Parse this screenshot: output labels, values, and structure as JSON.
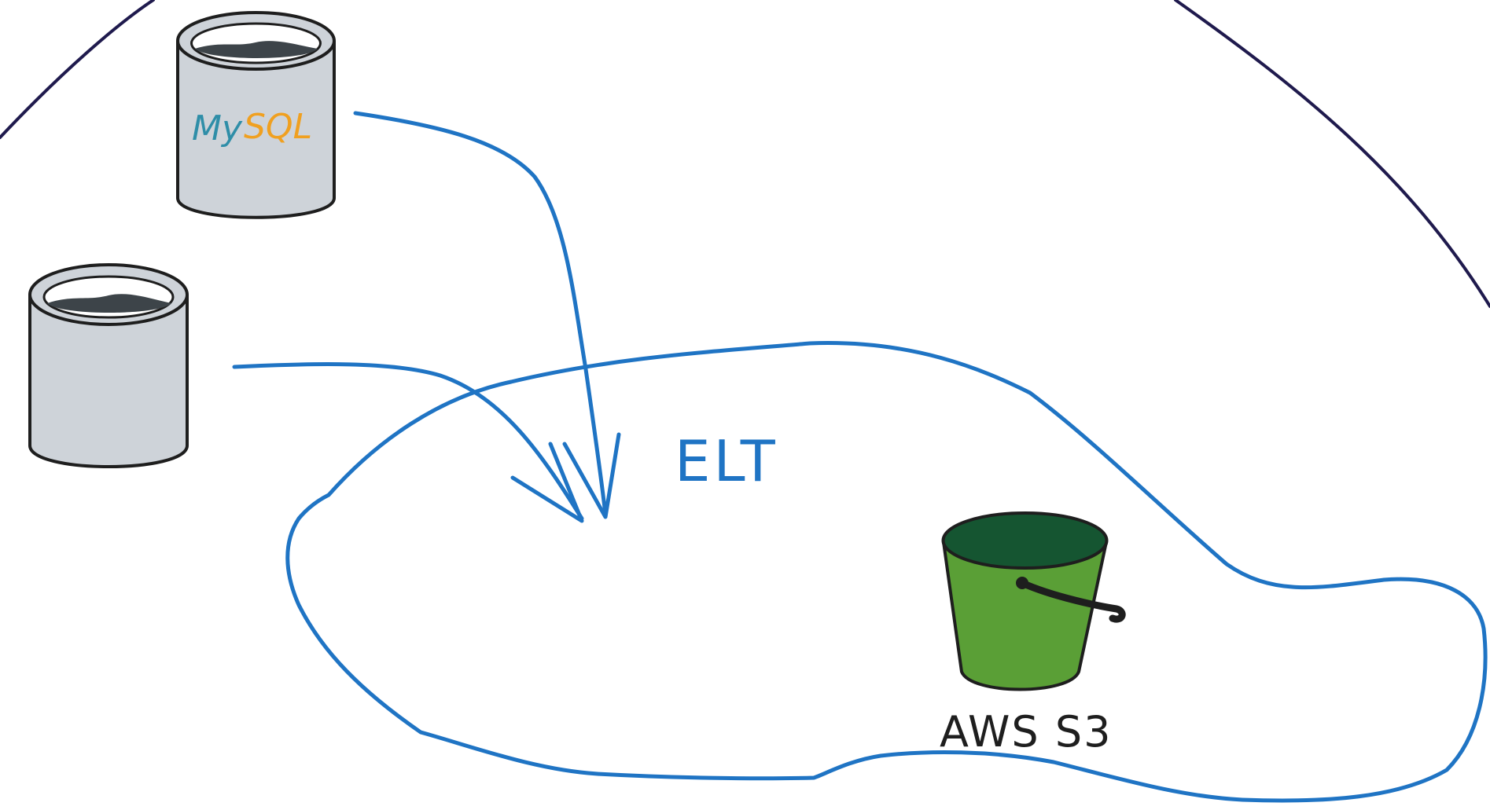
{
  "labels": {
    "mysql_my": "My",
    "mysql_sql": "SQL",
    "elt": "ELT",
    "s3": "AWS S3"
  },
  "colors": {
    "background": "#ffffff",
    "frame_stroke": "#1f1a4d",
    "flow_blue": "#1f74c4",
    "db_body": "#ced3d9",
    "db_stroke": "#1e1e1e",
    "db_liquid": "#3d4449",
    "mysql_blue": "#2f8ea8",
    "mysql_orange": "#f0a020",
    "bucket_green": "#5a9f36",
    "bucket_dark": "#155531",
    "label_dark": "#1e1e1e"
  },
  "icons": {
    "mysql_database": "database-cylinder-icon",
    "source_database": "database-cylinder-icon",
    "s3_bucket": "s3-bucket-icon"
  }
}
